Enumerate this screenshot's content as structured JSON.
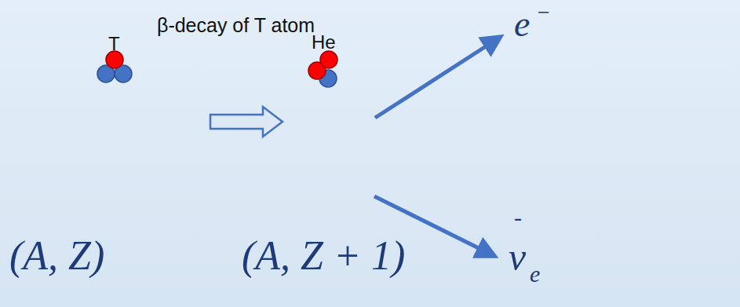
{
  "diagram": {
    "title": "β-decay of T atom",
    "labels": [
      "T",
      "He",
      "e",
      "−",
      "-",
      "(A, Z)",
      "(A, Z + 1)",
      "ν",
      "e"
    ]
  }
}
